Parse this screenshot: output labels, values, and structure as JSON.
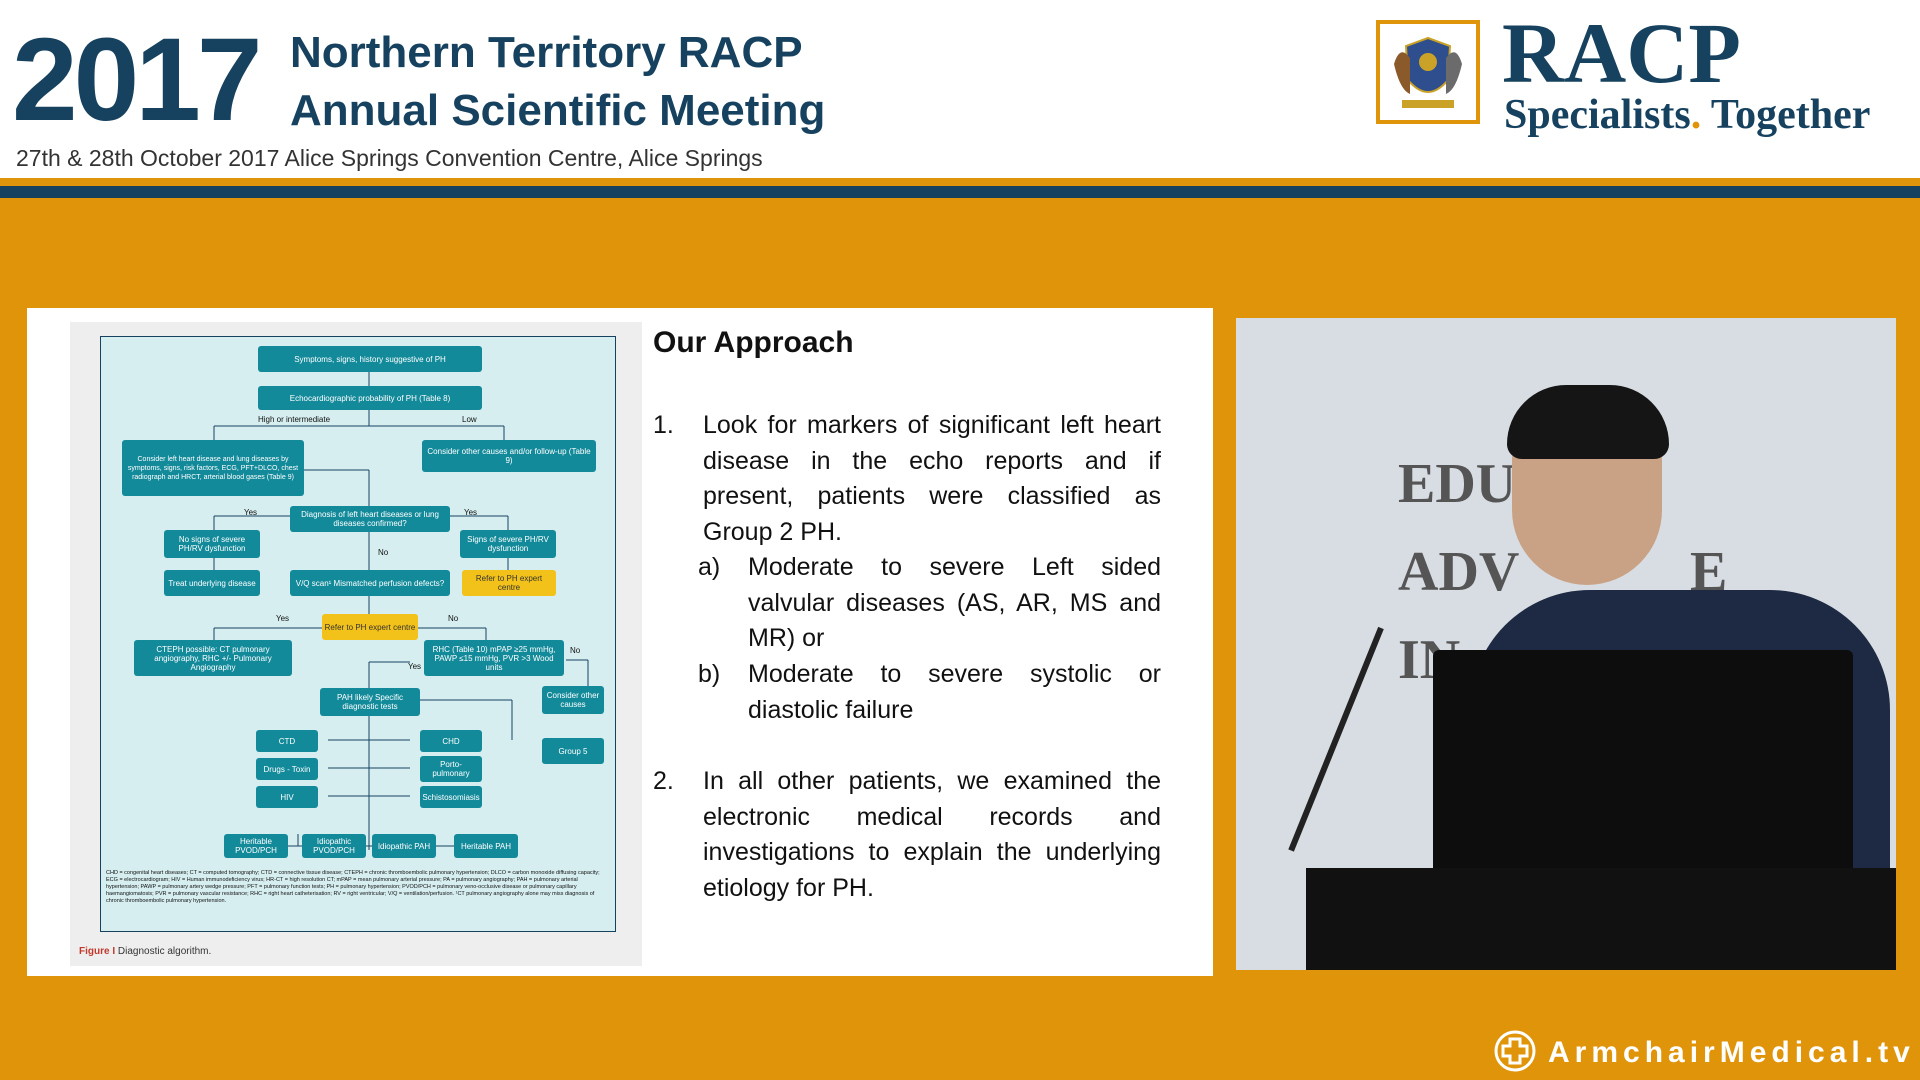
{
  "header": {
    "year": "2017",
    "title_line1": "Northern Territory RACP",
    "title_line2": "Annual Scientific Meeting",
    "subtitle": "27th & 28th October 2017 Alice Springs Convention Centre, Alice Springs",
    "brand": "RACP",
    "tagline_a": "Specialists",
    "tagline_dot": ".",
    "tagline_b": " Together"
  },
  "colors": {
    "accent": "#E0940A",
    "brand": "#17425F",
    "flow_box": "#138A9A",
    "flow_highlight": "#F3C21A"
  },
  "figure": {
    "boxes": {
      "b1": "Symptoms, signs, history suggestive of PH",
      "b2": "Echocardiographic probability of PH (Table 8)",
      "b3": "Consider left heart disease and lung diseases by symptoms, signs, risk factors, ECG, PFT+DLCO, chest radiograph and HRCT, arterial blood gases (Table 9)",
      "b4": "Consider other causes and/or follow-up (Table 9)",
      "b5": "Diagnosis of left heart diseases or lung diseases confirmed?",
      "b6": "No signs of severe PH/RV dysfunction",
      "b7": "Signs of severe PH/RV dysfunction",
      "b8": "Treat underlying disease",
      "b9": "V/Q scan¹ Mismatched perfusion defects?",
      "b10": "Refer to PH expert centre",
      "b11": "Refer to PH expert centre",
      "b12": "CTEPH possible: CT pulmonary angiography, RHC +/- Pulmonary Angiography",
      "b13": "RHC (Table 10) mPAP ≥25 mmHg, PAWP ≤15 mmHg, PVR >3 Wood units",
      "b14": "PAH likely Specific diagnostic tests",
      "b15": "Consider other causes",
      "b16": "CTD",
      "b17": "CHD",
      "b18": "Drugs - Toxin",
      "b19": "Porto-pulmonary",
      "b20": "HIV",
      "b21": "Schistosomiasis",
      "b22": "Group 5",
      "b23": "Heritable PVOD/PCH",
      "b24": "Idiopathic PVOD/PCH",
      "b25": "Idiopathic PAH",
      "b26": "Heritable PAH"
    },
    "labels": {
      "high": "High or intermediate",
      "low": "Low",
      "yes1": "Yes",
      "yes2": "Yes",
      "no1": "No",
      "yes3": "Yes",
      "no2": "No",
      "no3": "No",
      "yes4": "Yes"
    },
    "legend": "CHD = congenital heart diseases; CT = computed tomography; CTD = connective tissue disease; CTEPH = chronic thromboembolic pulmonary hypertension; DLCO = carbon monoxide diffusing capacity; ECG = electrocardiogram; HIV = Human immunodeficiency virus; HR-CT = high resolution CT; mPAP = mean pulmonary arterial pressure; PA = pulmonary angiography; PAH = pulmonary arterial hypertension; PAWP = pulmonary artery wedge pressure; PFT = pulmonary function tests; PH = pulmonary hypertension; PVOD/PCH = pulmonary veno-occlusive disease or pulmonary capillary haemangiomatosis; PVR = pulmonary vascular resistance; RHC = right heart catheterisation; RV = right ventricular; V/Q = ventilation/perfusion. ¹CT pulmonary angiography alone may miss diagnosis of chronic thromboembolic pulmonary hypertension.",
    "caption_label": "Figure I",
    "caption_text": "Diagnostic algorithm."
  },
  "slide": {
    "title": "Our Approach",
    "item1_num": "1.",
    "item1_text": "Look for markers of significant left heart disease in the echo reports and if present, patients were classified as Group 2 PH.",
    "sub_a_letter": "a)",
    "sub_a_text": "Moderate to severe Left sided valvular diseases (AS, AR, MS and MR) or",
    "sub_b_letter": "b)",
    "sub_b_text": "Moderate to severe systolic or diastolic failure",
    "item2_num": "2.",
    "item2_text": "In all other patients, we examined the electronic medical records and investigations to explain the underlying etiology for PH."
  },
  "video": {
    "wall_line1": "EDU",
    "wall_line2": "ADV",
    "wall_line2b": "E",
    "wall_line3": "IN"
  },
  "footer": {
    "brand": "ArmchairMedical.tv",
    "icon": "medical-cross-icon"
  }
}
